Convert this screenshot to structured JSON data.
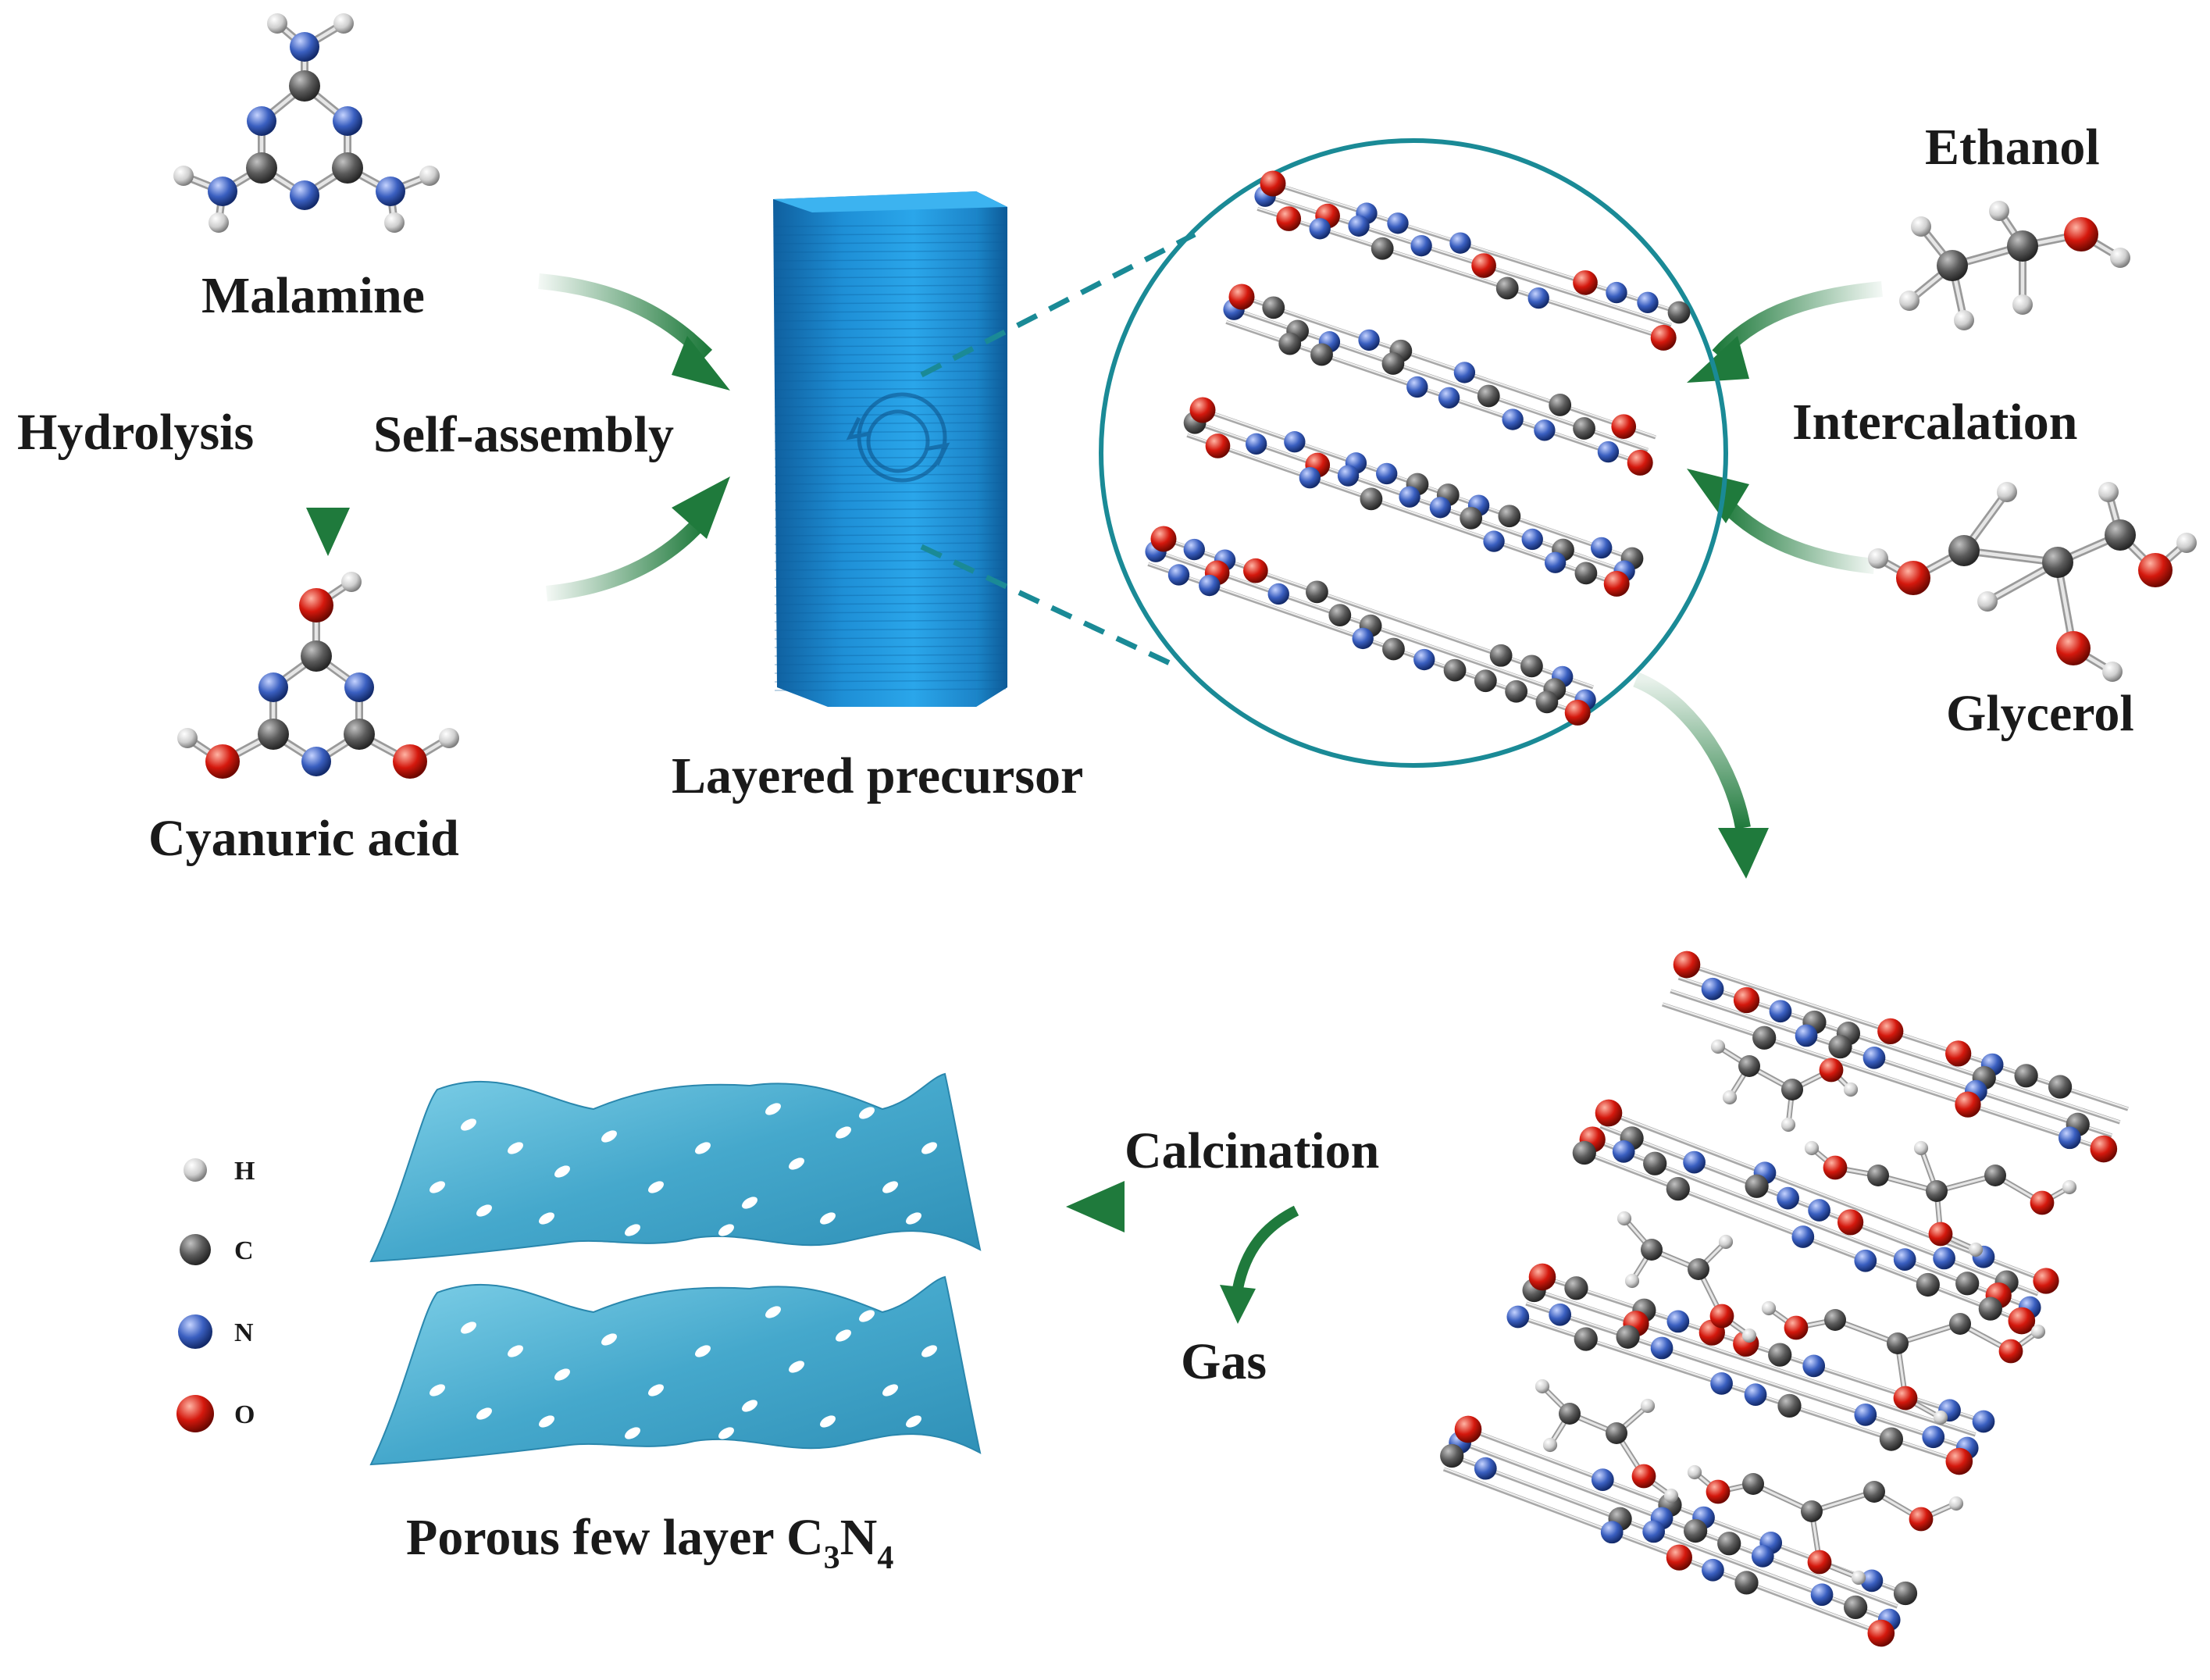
{
  "labels": {
    "melamine": "Malamine",
    "hydrolysis": "Hydrolysis",
    "self_assembly": "Self-assembly",
    "cyanuric_acid": "Cyanuric acid",
    "layered_precursor": "Layered precursor",
    "ethanol": "Ethanol",
    "intercalation": "Intercalation",
    "glycerol": "Glycerol",
    "calcination": "Calcination",
    "gas": "Gas",
    "product_main": "Porous few layer C",
    "product_sub3": "3",
    "product_n": "N",
    "product_sub4": "4"
  },
  "legend": [
    {
      "symbol": "H",
      "color": "#d9d9d9"
    },
    {
      "symbol": "C",
      "color": "#6b6b6b"
    },
    {
      "symbol": "N",
      "color": "#3c5fb8"
    },
    {
      "symbol": "O",
      "color": "#d01c12"
    }
  ],
  "colors": {
    "arrow": "#1f7a3c",
    "precursor": "#1e8fd6",
    "circle": "#1a8a96",
    "sheet": "#4fb3d2"
  }
}
